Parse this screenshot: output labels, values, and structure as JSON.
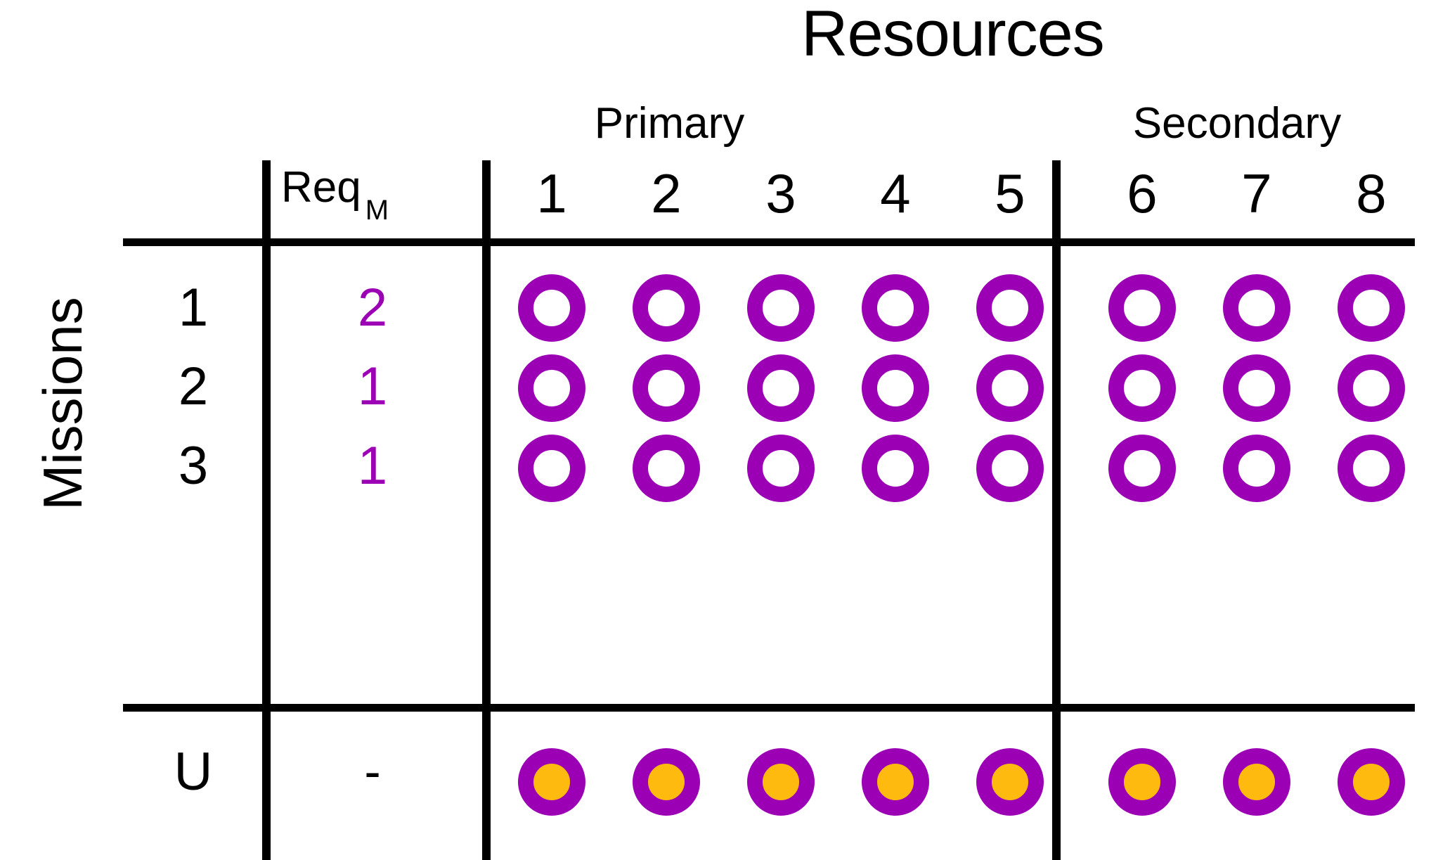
{
  "title": "Resources",
  "axis": {
    "rows_label": "Missions"
  },
  "groups": [
    {
      "name": "primary",
      "label": "Primary"
    },
    {
      "name": "secondary",
      "label": "Secondary"
    }
  ],
  "header": {
    "req_label": "Req",
    "req_subscript": "M",
    "columns": [
      "1",
      "2",
      "3",
      "4",
      "5",
      "6",
      "7",
      "8"
    ]
  },
  "rows": [
    {
      "label": "1",
      "req": "2",
      "req_color": "#9B00B5",
      "markers": [
        "ring",
        "ring",
        "ring",
        "ring",
        "ring",
        "ring",
        "ring",
        "ring"
      ]
    },
    {
      "label": "2",
      "req": "1",
      "req_color": "#9B00B5",
      "markers": [
        "ring",
        "ring",
        "ring",
        "ring",
        "ring",
        "ring",
        "ring",
        "ring"
      ]
    },
    {
      "label": "3",
      "req": "1",
      "req_color": "#9B00B5",
      "markers": [
        "ring",
        "ring",
        "ring",
        "ring",
        "ring",
        "ring",
        "ring",
        "ring"
      ]
    }
  ],
  "utilization_row": {
    "label": "U",
    "req": "-",
    "markers": [
      "filled",
      "filled",
      "filled",
      "filled",
      "filled",
      "filled",
      "filled",
      "filled"
    ]
  },
  "colors": {
    "ring": "#9B00B5",
    "fill": "#FFBA10",
    "rule": "#000000",
    "text": "#000000",
    "background": "#FFFFFF"
  },
  "chart_data": {
    "type": "table",
    "title": "Resources",
    "xlabel": "Resources",
    "ylabel": "Missions",
    "column_groups": [
      {
        "label": "Primary",
        "columns": [
          "1",
          "2",
          "3",
          "4",
          "5"
        ]
      },
      {
        "label": "Secondary",
        "columns": [
          "6",
          "7",
          "8"
        ]
      }
    ],
    "columns": [
      "Missions",
      "Req M",
      "1",
      "2",
      "3",
      "4",
      "5",
      "6",
      "7",
      "8"
    ],
    "rows": [
      {
        "mission": "1",
        "req_m": 2,
        "cells": [
          "open",
          "open",
          "open",
          "open",
          "open",
          "open",
          "open",
          "open"
        ]
      },
      {
        "mission": "2",
        "req_m": 1,
        "cells": [
          "open",
          "open",
          "open",
          "open",
          "open",
          "open",
          "open",
          "open"
        ]
      },
      {
        "mission": "3",
        "req_m": 1,
        "cells": [
          "open",
          "open",
          "open",
          "open",
          "open",
          "open",
          "open",
          "open"
        ]
      },
      {
        "mission": "U",
        "req_m": "-",
        "cells": [
          "filled",
          "filled",
          "filled",
          "filled",
          "filled",
          "filled",
          "filled",
          "filled"
        ]
      }
    ],
    "legend": [
      {
        "marker": "open ring",
        "color": "#9B00B5"
      },
      {
        "marker": "filled",
        "color": "#FFBA10"
      }
    ],
    "grid": true
  }
}
